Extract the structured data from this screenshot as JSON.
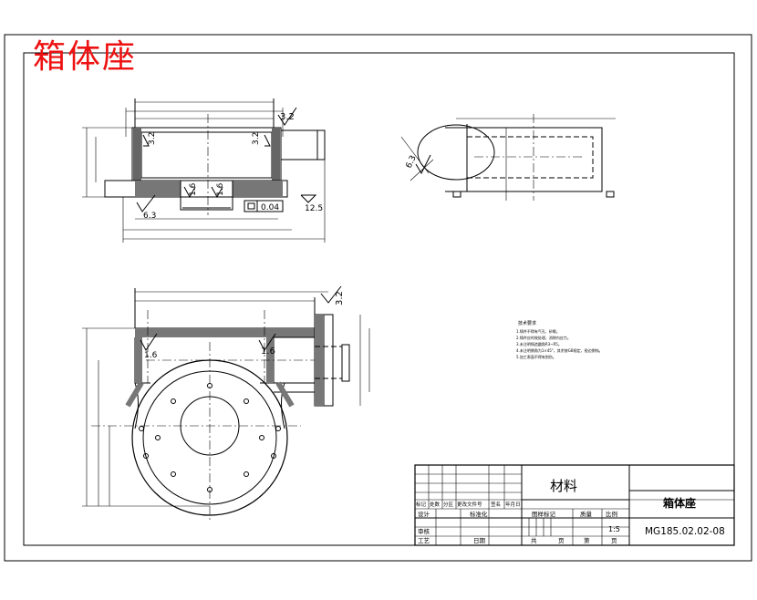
{
  "header": {
    "title": "箱体座"
  },
  "top_view": {
    "roughness": {
      "top_right": "3.2",
      "inner_left": "3.2",
      "inner_right": "3.2",
      "bottom_a": "1.6",
      "bottom_b": "1.6",
      "left_base": "6.3",
      "right_base": "12.5"
    },
    "tolerance_frame": "0.04"
  },
  "side_view": {
    "roughness": "6.3"
  },
  "plan_view": {
    "roughness": {
      "top_right": "3.2",
      "left": "1.6",
      "center": "1.6"
    }
  },
  "notes": {
    "heading": "技术要求",
    "lines": [
      "1.铸件不得有气孔、砂眼。",
      "2.铸件应时效处理，消除内应力。",
      "3.未注明铸造圆角R3~R5。",
      "4.未注明倒角为1×45°，其余按GB规定，锐边倒钝。",
      "5.加工表面不得有划伤。"
    ]
  },
  "title_block": {
    "material_label": "材料",
    "part_name": "箱体座",
    "drawing_number": "MG185.02.02-08",
    "scale": "1:5",
    "rev_headers": [
      "标记",
      "处数",
      "分区",
      "更改文件号",
      "签名",
      "年月日"
    ],
    "stage_headers": [
      "图样标记",
      "质量",
      "比例"
    ],
    "designer_label": "设计",
    "standardization_label": "标准化",
    "checker_label": "审核",
    "process_label": "工艺",
    "date_label": "日期",
    "total_label": "共",
    "page_unit_label": "页",
    "sheet_label": "第",
    "sheet_unit_label": "页"
  }
}
